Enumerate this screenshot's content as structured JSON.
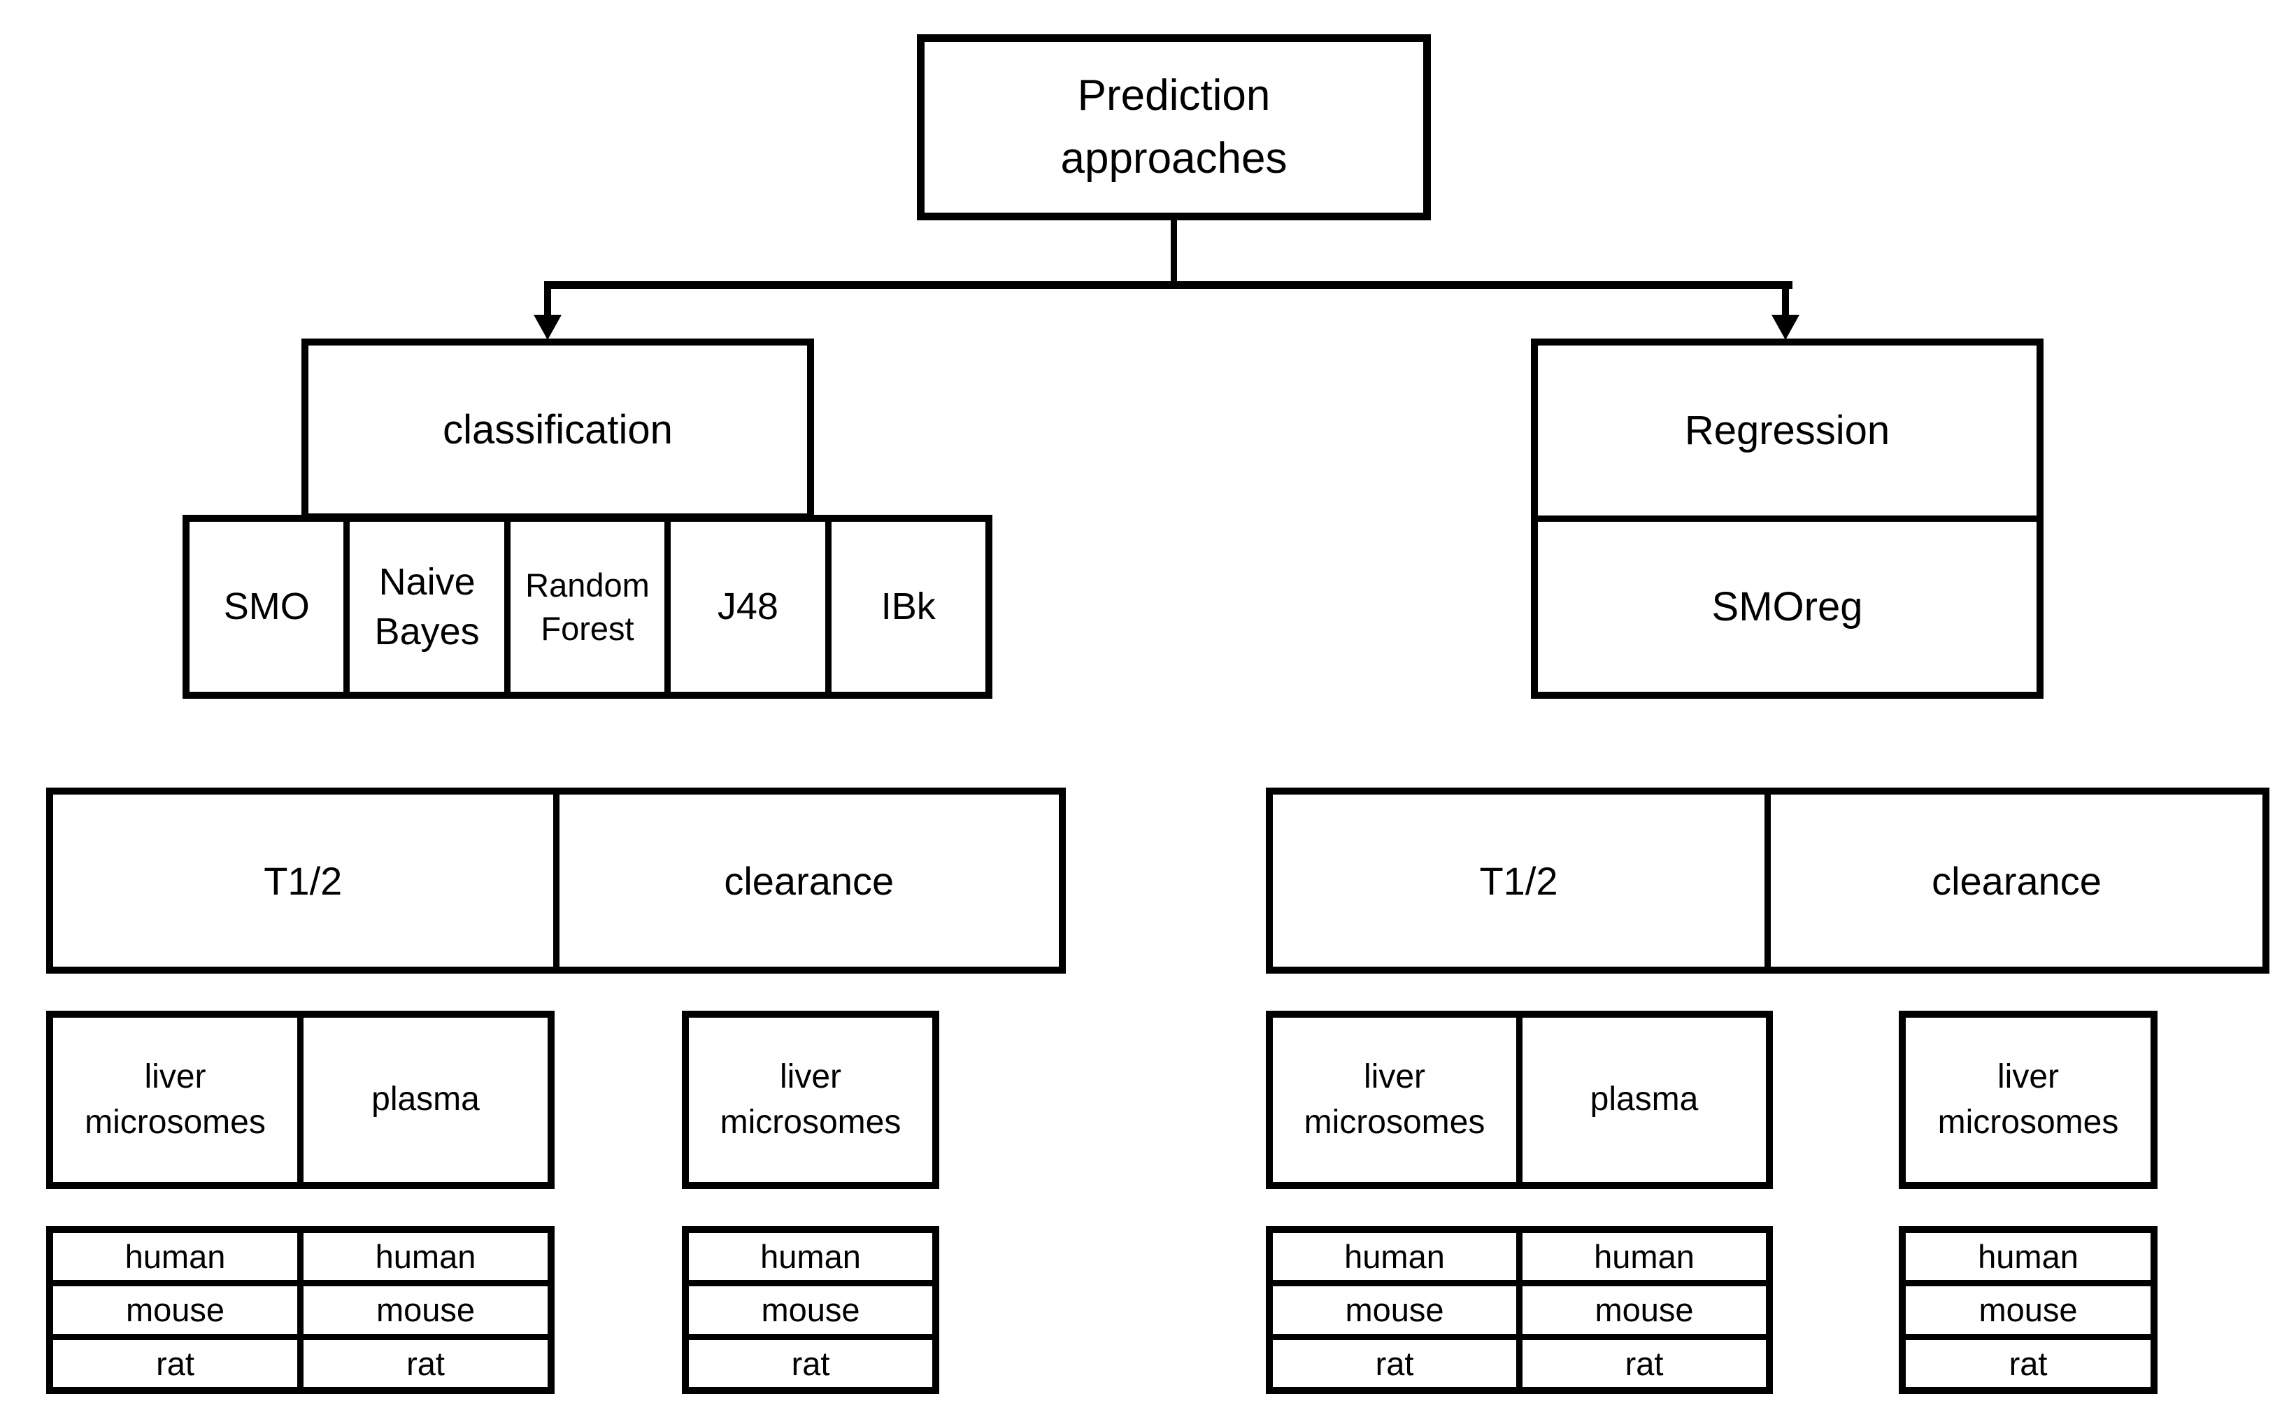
{
  "figure": {
    "root_label": "Prediction\napproaches",
    "classification": {
      "label": "classification",
      "algorithms": [
        "SMO",
        "Naive\nBayes",
        "Random\nForest",
        "J48",
        "IBk"
      ],
      "t12": {
        "label": "T1/2",
        "matrices": [
          {
            "label": "liver\nmicrosomes",
            "species": [
              "human",
              "mouse",
              "rat"
            ]
          },
          {
            "label": "plasma",
            "species": [
              "human",
              "mouse",
              "rat"
            ]
          }
        ]
      },
      "clearance": {
        "label": "clearance",
        "matrices": [
          {
            "label": "liver\nmicrosomes",
            "species": [
              "human",
              "mouse",
              "rat"
            ]
          }
        ]
      }
    },
    "regression": {
      "label": "Regression",
      "algorithms": [
        "SMOreg"
      ],
      "t12": {
        "label": "T1/2",
        "matrices": [
          {
            "label": "liver\nmicrosomes",
            "species": [
              "human",
              "mouse",
              "rat"
            ]
          },
          {
            "label": "plasma",
            "species": [
              "human",
              "mouse",
              "rat"
            ]
          }
        ]
      },
      "clearance": {
        "label": "clearance",
        "matrices": [
          {
            "label": "liver\nmicrosomes",
            "species": [
              "human",
              "mouse",
              "rat"
            ]
          }
        ]
      }
    },
    "colors": {
      "ink": "#000000",
      "background": "#ffffff"
    }
  }
}
